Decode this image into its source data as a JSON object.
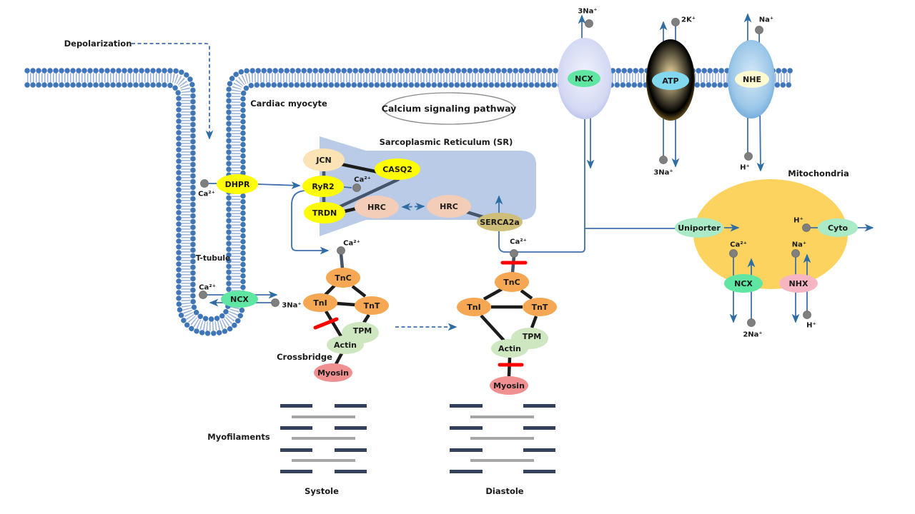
{
  "title": "Calcium signaling pathway",
  "labels": {
    "depolarization": "Depolarization",
    "cardiac_myocyte": "Cardiac myocyte",
    "t_tubule": "T-tubule",
    "sr": "Sarcoplasmic  Reticulum (SR)",
    "mitochondria": "Mitochondria",
    "crossbridge": "Crossbridge",
    "myofilaments": "Myofilaments",
    "systole": "Systole",
    "diastole": "Diastole"
  },
  "nodes": {
    "dhpr": "DHPR",
    "jcn": "JCN",
    "casq2": "CASQ2",
    "ryr2": "RyR2",
    "trdn": "TRDN",
    "hrc": "HRC",
    "serca2a": "SERCA2a",
    "ncx": "NCX",
    "atp": "ATP",
    "nhe": "NHE",
    "uniporter": "Uniporter",
    "cyto": "Cyto",
    "nhx": "NHX",
    "tnc": "TnC",
    "tni": "TnI",
    "tnt": "TnT",
    "tpm": "TPM",
    "actin": "Actin",
    "myosin": "Myosin"
  },
  "ions": {
    "ca": "Ca²⁺",
    "na3": "3Na⁺",
    "k2": "2K⁺",
    "na": "Na⁺",
    "h": "H⁺",
    "na2": "2Na⁺"
  },
  "colors": {
    "membrane_blue": "#3f76b8",
    "arrow_blue": "#3f6fad",
    "sr_fill": "#b9cbe6",
    "mito_fill": "#fbd35e",
    "yellow_node": "#fdfd00",
    "orange_node": "#f5a753",
    "green_node": "#5ee6a2",
    "mint_node": "#aaeac6",
    "pink_node": "#f6b6c1",
    "peach_node": "#f3cdb8",
    "cream_node": "#fbe3b5",
    "khaki_node": "#cfbe77",
    "lightgreen_node": "#cfe7c0",
    "salmon_node": "#f19090",
    "inhibition_red": "#fe0000"
  }
}
